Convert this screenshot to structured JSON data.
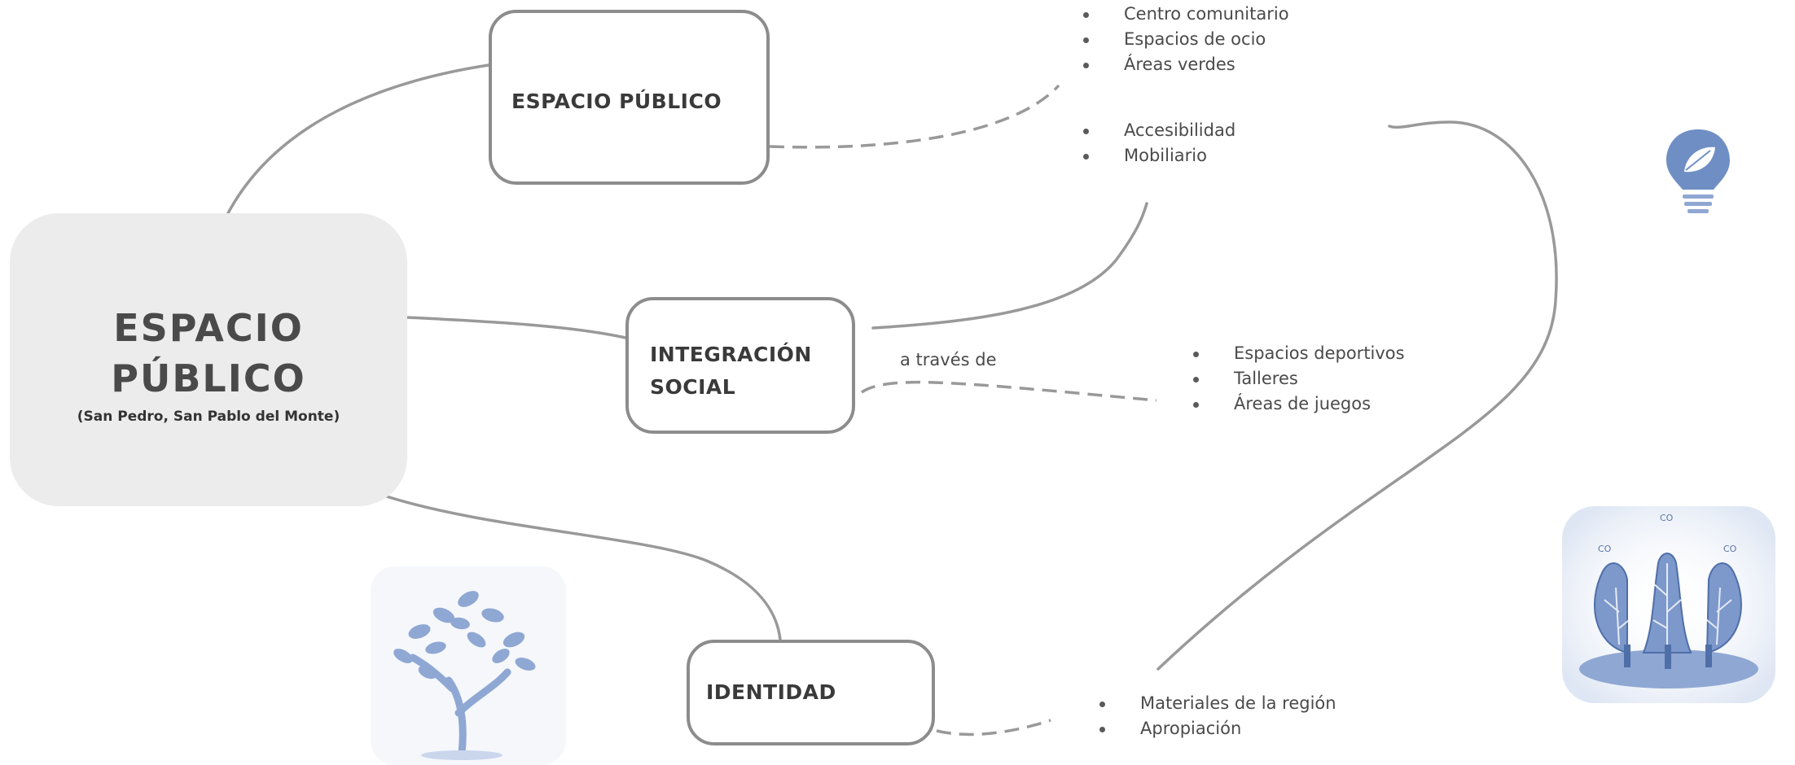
{
  "central_node": {
    "title": "ESPACIO\nPÚBLICO",
    "subtitle": "(San Pedro, San Pablo del Monte)"
  },
  "nodes": {
    "espacio_publico": "ESPACIO PÚBLICO",
    "integracion_social": "INTEGRACIÓN\nSOCIAL",
    "identidad": "IDENTIDAD"
  },
  "edge_label": "a través de",
  "lists": {
    "espacio_publico_a": [
      "Centro comunitario",
      "Espacios de ocio",
      "Áreas verdes"
    ],
    "espacio_publico_b": [
      "Accesibilidad",
      "Mobiliario"
    ],
    "integracion_social": [
      "Espacios deportivos",
      "Talleres",
      "Áreas de juegos"
    ],
    "identidad": [
      "Materiales de la región",
      "Apropiación"
    ]
  },
  "icons": [
    "lightbulb-leaf-icon",
    "lungs-trees-icon",
    "tree-icon"
  ],
  "colors": {
    "line": "#999999",
    "box_border": "#8c8c8c",
    "central_fill": "#ececec",
    "icon_blue": "#6f8fc4"
  }
}
